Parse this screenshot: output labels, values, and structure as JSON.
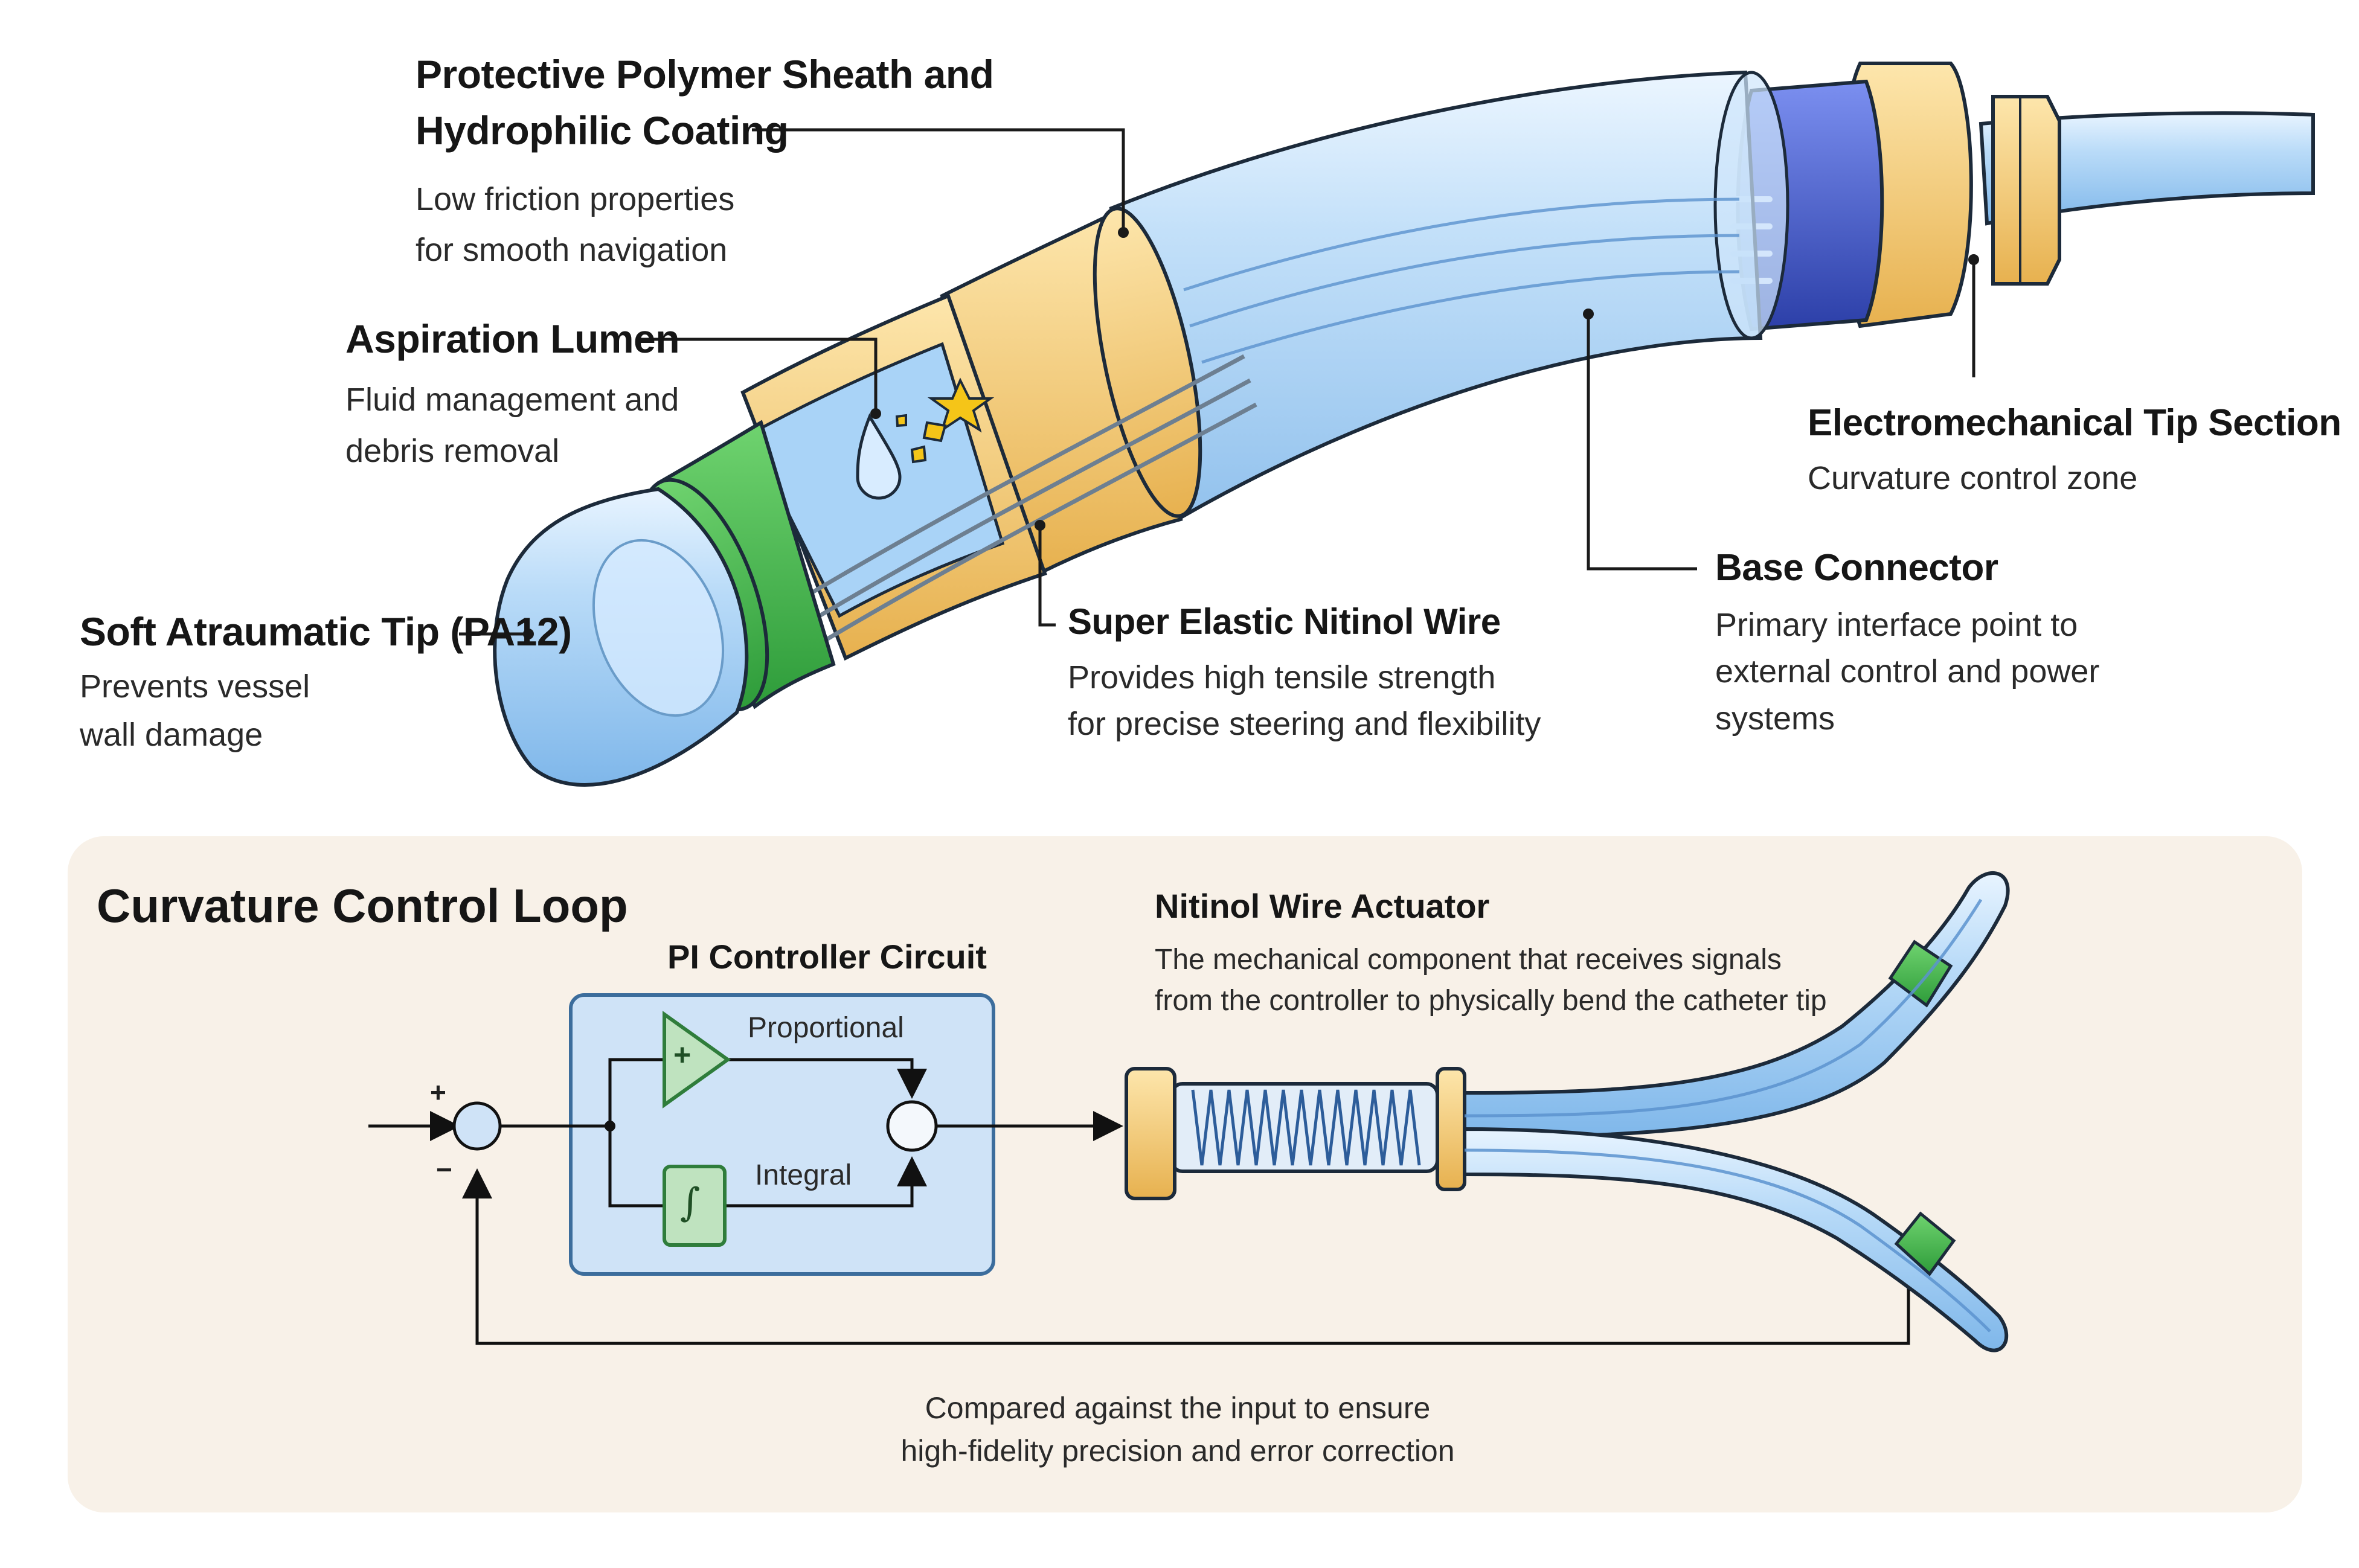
{
  "colors": {
    "tube_blue": "#8fc4f0",
    "tube_outline": "#1c2a3a",
    "gold_band": "#f0c56a",
    "green_band": "#3db54a",
    "connector_blue": "#3b59c8",
    "panel_bg": "#f8f1e8",
    "controller_box": "#cfe3f7",
    "block_green": "#bfe3bf"
  },
  "labels": {
    "sheath": {
      "title": [
        "Protective Polymer Sheath and",
        "Hydrophilic Coating"
      ],
      "desc": [
        "Low friction properties",
        "for smooth navigation"
      ]
    },
    "aspiration": {
      "title": "Aspiration Lumen",
      "desc": [
        "Fluid management and",
        "debris removal"
      ]
    },
    "tip": {
      "title": "Soft Atraumatic Tip (PA12)",
      "desc": [
        "Prevents vessel",
        "wall damage"
      ]
    },
    "nitinol": {
      "title": "Super Elastic Nitinol Wire",
      "desc": [
        "Provides high tensile strength",
        "for precise steering and flexibility"
      ]
    },
    "base": {
      "title": "Base Connector",
      "desc": [
        "Primary interface point to",
        "external control and power",
        "systems"
      ]
    },
    "electro": {
      "title": "Electromechanical Tip Section",
      "desc": [
        "Curvature control zone"
      ]
    }
  },
  "control_loop": {
    "title": "Curvature Control Loop",
    "controller": {
      "title": "PI Controller Circuit",
      "proportional": "Proportional",
      "integral": "Integral",
      "gain_symbol": "+",
      "integral_symbol": "∫"
    },
    "summing": {
      "plus": "+",
      "minus": "−"
    },
    "actuator": {
      "title": "Nitinol Wire Actuator",
      "desc": [
        "The mechanical component that receives signals",
        "from the controller to physically bend the catheter tip"
      ]
    },
    "feedback_caption": [
      "Compared against the input to ensure",
      "high-fidelity precision and error correction"
    ]
  }
}
